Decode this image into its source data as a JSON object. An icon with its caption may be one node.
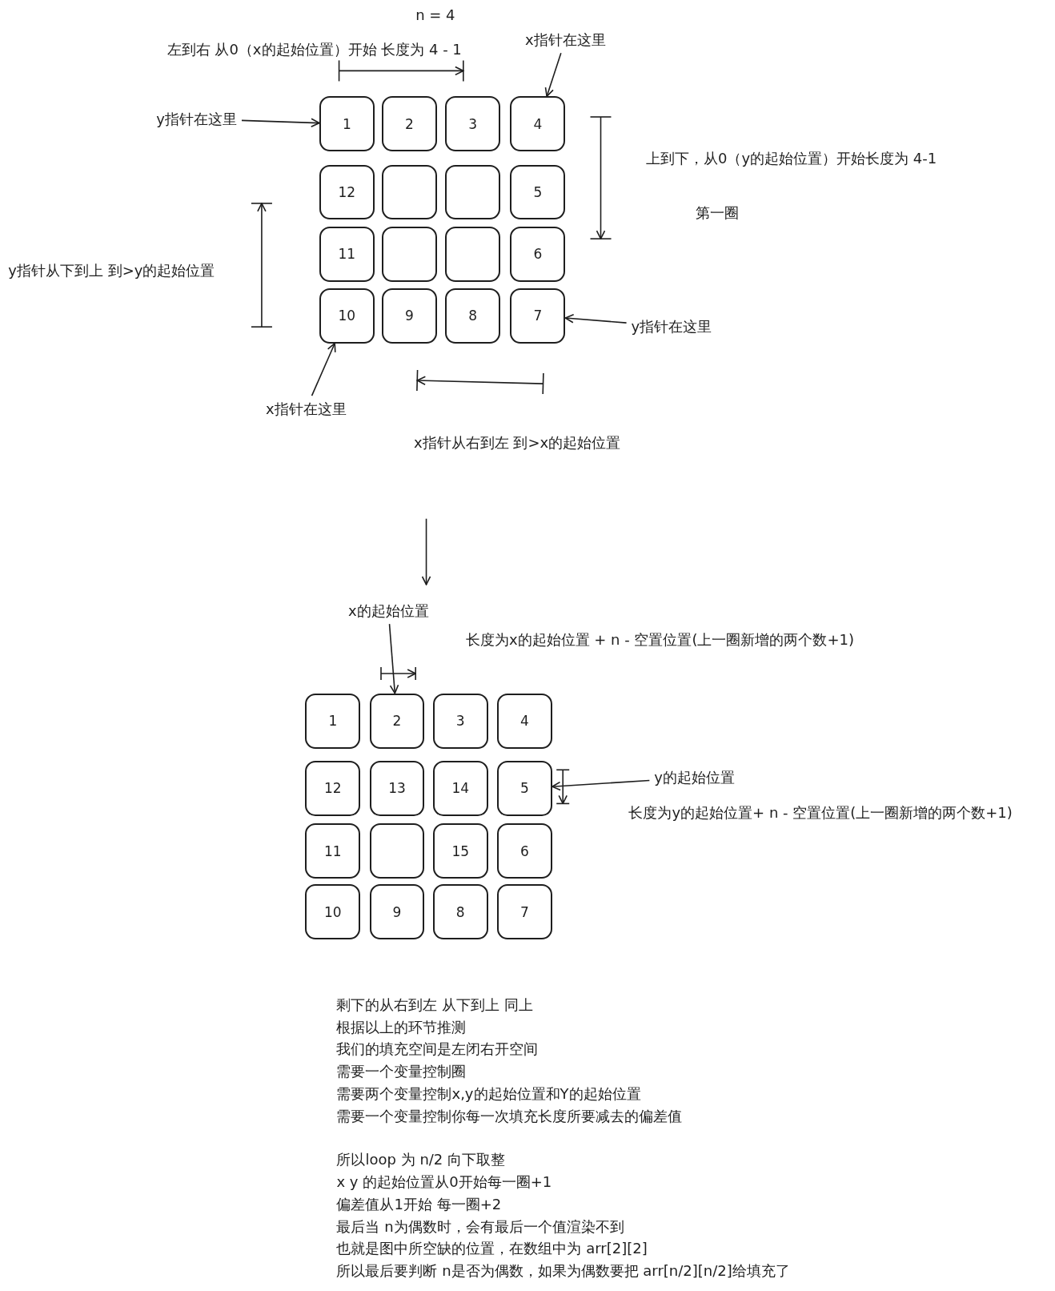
{
  "diagram": {
    "nodes": [
      {
        "text": [
          "x指针在这里"
        ]
      },
      {
        "text": [
          "y指针在这里"
        ]
      },
      {
        "text": [
          "1"
        ]
      },
      {
        "text": [
          "2"
        ]
      },
      {
        "text": [
          "3"
        ]
      },
      {
        "text": [
          "4"
        ]
      },
      {
        "text": [
          "12"
        ]
      },
      {
        "text": [],
        "shape": "box"
      },
      {
        "text": [],
        "shape": "box"
      },
      {
        "text": [
          "5"
        ]
      },
      {
        "text": [
          "11"
        ]
      },
      {
        "text": [],
        "shape": "box"
      },
      {
        "text": [],
        "shape": "box"
      },
      {
        "text": [
          "6"
        ]
      },
      {
        "text": [
          "10"
        ]
      },
      {
        "text": [
          "9"
        ]
      },
      {
        "text": [
          "8"
        ]
      },
      {
        "text": [
          "7"
        ]
      },
      {
        "text": [
          "y指针在这里"
        ]
      },
      {
        "text": [
          "x指针在这里"
        ]
      },
      {
        "text": [
          "x的起始位置"
        ]
      },
      {
        "text": [
          "1"
        ]
      },
      {
        "text": [
          "2"
        ]
      },
      {
        "text": [
          "3"
        ]
      },
      {
        "text": [
          "4"
        ]
      },
      {
        "text": [
          "12"
        ]
      },
      {
        "text": [
          "13"
        ]
      },
      {
        "text": [
          "14"
        ]
      },
      {
        "text": [
          "5"
        ]
      },
      {
        "text": [
          "11"
        ]
      },
      {
        "text": [],
        "shape": "box"
      },
      {
        "text": [
          "15"
        ]
      },
      {
        "text": [
          "6"
        ]
      },
      {
        "text": [
          "10"
        ]
      },
      {
        "text": [
          "9"
        ]
      },
      {
        "text": [
          "8"
        ]
      },
      {
        "text": [
          "7"
        ]
      },
      {
        "text": [
          "y的起始位置"
        ]
      }
    ],
    "edges": [
      {
        "from": 0,
        "to": 5,
        "arrow": "to"
      },
      {
        "from": 1,
        "to": 2,
        "arrow": "to"
      },
      {
        "from": 18,
        "to": 17,
        "arrow": "to"
      },
      {
        "from": 19,
        "to": 14,
        "arrow": "to"
      },
      {
        "from": 20,
        "to": 22,
        "arrow": "to"
      },
      {
        "from": 37,
        "to": 28,
        "arrow": "to"
      }
    ],
    "labels": [
      "n = 4",
      "左到右 从0（x的起始位置）开始 长度为 4 - 1",
      "上到下，从0（y的起始位置）开始长度为 4-1",
      "第一圈",
      "y指针从下到上 到>y的起始位置",
      "x指针从右到左 到>x的起始位置",
      "长度为x的起始位置 + n - 空置位置(上一圈新增的两个数+1)",
      "长度为y的起始位置+ n - 空置位置(上一圈新增的两个数+1)",
      "剩下的从右到左 从下到上 同上",
      "根据以上的环节推测",
      "我们的填充空间是左闭右开空间",
      "需要一个变量控制圈",
      "需要两个变量控制x,y的起始位置和Y的起始位置",
      "需要一个变量控制你每一次填充长度所要减去的偏差值",
      "所以loop 为 n/2 向下取整",
      "x y 的起始位置从0开始每一圈+1",
      "偏差值从1开始 每一圈+2",
      "最后当 n为偶数时，会有最后一个值渲染不到",
      "也就是图中所空缺的位置，在数组中为 arr[2][2]",
      "所以最后要判断 n是否为偶数，如果为偶数要把 arr[n/2][n/2]给填充了"
    ]
  }
}
